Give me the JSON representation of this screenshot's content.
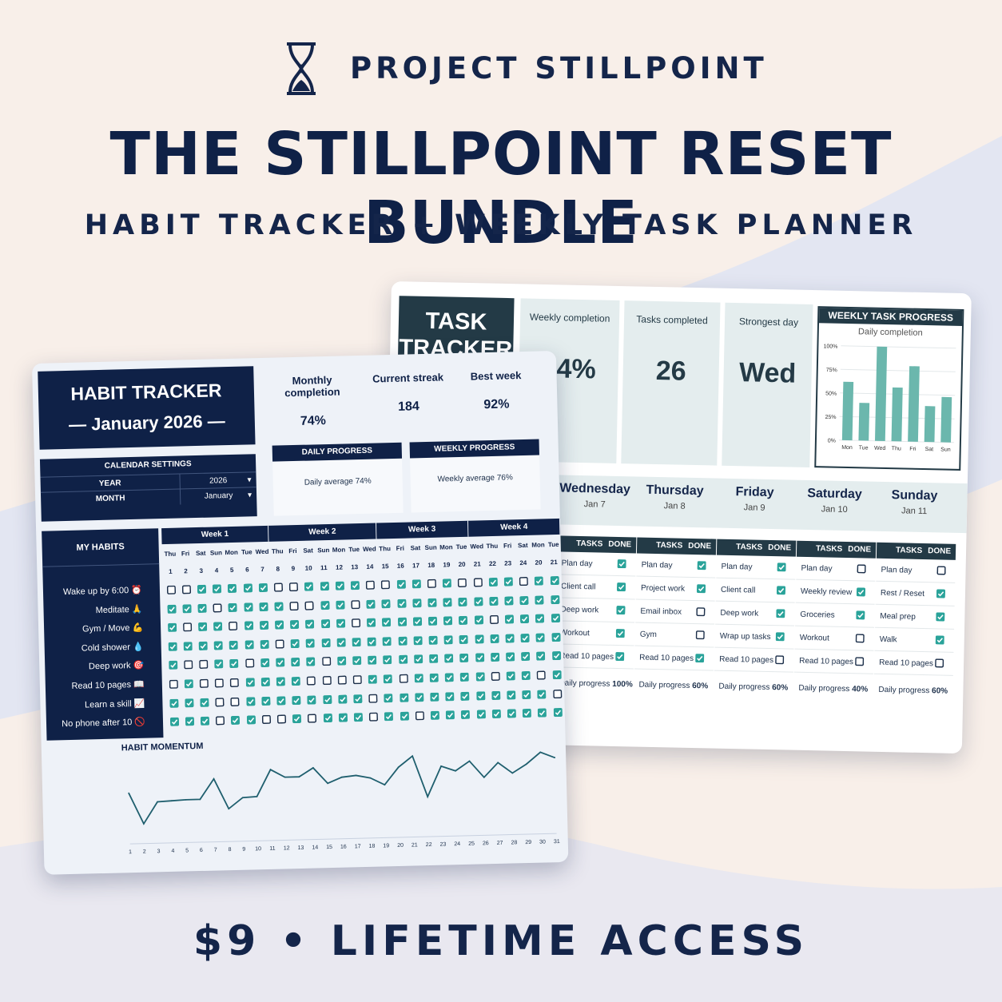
{
  "brand": {
    "name": "PROJECT STILLPOINT",
    "icon": "hourglass-icon"
  },
  "title": "THE STILLPOINT RESET BUNDLE",
  "subtitle": "HABIT TRACKER + WEEKLY TASK PLANNER",
  "price_line": "$9 • LIFETIME ACCESS",
  "colors": {
    "navy": "#0f2147",
    "teal": "#2aa39a",
    "slate": "#233a46",
    "background": "#f8efe9"
  },
  "task_tracker": {
    "title": "TASK TRACKER",
    "stats": [
      {
        "label": "Weekly completion",
        "value": "74%"
      },
      {
        "label": "Tasks completed",
        "value": "26"
      },
      {
        "label": "Strongest day",
        "value": "Wed"
      }
    ],
    "chart": {
      "title": "WEEKLY TASK PROGRESS",
      "subtitle": "Daily completion",
      "y_ticks": [
        "100%",
        "75%",
        "50%",
        "25%",
        "0%"
      ],
      "categories": [
        "Mon",
        "Tue",
        "Wed",
        "Thu",
        "Fri",
        "Sat",
        "Sun"
      ],
      "values": [
        62,
        40,
        100,
        57,
        80,
        38,
        48
      ]
    },
    "days": [
      {
        "name": "Wednesday",
        "date": "Jan 7",
        "progress_label": "Daily progress",
        "progress": "100%",
        "tasks": [
          {
            "task": "Plan day",
            "done": true
          },
          {
            "task": "Client call",
            "done": true
          },
          {
            "task": "Deep work",
            "done": true
          },
          {
            "task": "Workout",
            "done": true
          },
          {
            "task": "Read 10 pages",
            "done": true
          }
        ]
      },
      {
        "name": "Thursday",
        "date": "Jan 8",
        "progress_label": "Daily progress",
        "progress": "60%",
        "tasks": [
          {
            "task": "Plan day",
            "done": true
          },
          {
            "task": "Project work",
            "done": true
          },
          {
            "task": "Email inbox",
            "done": false
          },
          {
            "task": "Gym",
            "done": false
          },
          {
            "task": "Read 10 pages",
            "done": true
          }
        ]
      },
      {
        "name": "Friday",
        "date": "Jan 9",
        "progress_label": "Daily progress",
        "progress": "60%",
        "tasks": [
          {
            "task": "Plan day",
            "done": true
          },
          {
            "task": "Client call",
            "done": true
          },
          {
            "task": "Deep work",
            "done": true
          },
          {
            "task": "Wrap up tasks",
            "done": true
          },
          {
            "task": "Read 10 pages",
            "done": false
          }
        ]
      },
      {
        "name": "Saturday",
        "date": "Jan 10",
        "progress_label": "Daily progress",
        "progress": "40%",
        "tasks": [
          {
            "task": "Plan day",
            "done": false
          },
          {
            "task": "Weekly review",
            "done": true
          },
          {
            "task": "Groceries",
            "done": true
          },
          {
            "task": "Workout",
            "done": false
          },
          {
            "task": "Read 10 pages",
            "done": false
          }
        ]
      },
      {
        "name": "Sunday",
        "date": "Jan 11",
        "progress_label": "Daily progress",
        "progress": "60%",
        "tasks": [
          {
            "task": "Plan day",
            "done": false
          },
          {
            "task": "Rest / Reset",
            "done": true
          },
          {
            "task": "Meal prep",
            "done": true
          },
          {
            "task": "Walk",
            "done": true
          },
          {
            "task": "Read 10 pages",
            "done": false
          }
        ]
      }
    ],
    "col_tasks": "TASKS",
    "col_done": "DONE"
  },
  "habit_tracker": {
    "title": "HABIT TRACKER",
    "month_line": "— January 2026 —",
    "stats": [
      {
        "label": "Monthly completion",
        "value": "74%"
      },
      {
        "label": "Current streak",
        "value": "184"
      },
      {
        "label": "Best week",
        "value": "92%"
      }
    ],
    "calendar_settings": {
      "title": "CALENDAR SETTINGS",
      "year_label": "YEAR",
      "year": "2026",
      "month_label": "MONTH",
      "month": "January"
    },
    "daily_progress": {
      "title": "DAILY PROGRESS",
      "text": "Daily average    74%"
    },
    "weekly_progress": {
      "title": "WEEKLY PROGRESS",
      "text": "Weekly average    76%"
    },
    "my_habits_label": "MY HABITS",
    "habits": [
      "Wake up by 6:00 ⏰",
      "Meditate 🙏",
      "Gym / Move 💪",
      "Cold shower 💧",
      "Deep work 🎯",
      "Read 10 pages 📖",
      "Learn a skill 📈",
      "No phone after 10 🚫"
    ],
    "weeks": [
      "Week 1",
      "Week 2",
      "Week 3",
      "Week 4"
    ],
    "day_names": [
      "Thu",
      "Fri",
      "Sat",
      "Sun",
      "Mon",
      "Tue",
      "Wed",
      "Thu",
      "Fri",
      "Sat",
      "Sun",
      "Mon",
      "Tue",
      "Wed",
      "Thu",
      "Fri",
      "Sat",
      "Sun",
      "Mon",
      "Tue",
      "Wed",
      "Thu",
      "Fri",
      "Sat",
      "Mon",
      "Tue"
    ],
    "day_numbers": [
      "1",
      "2",
      "3",
      "4",
      "5",
      "6",
      "7",
      "8",
      "9",
      "10",
      "11",
      "12",
      "13",
      "14",
      "15",
      "16",
      "17",
      "18",
      "19",
      "20",
      "21",
      "22",
      "23",
      "24",
      "20",
      "21"
    ],
    "grid": [
      "00111110011110011010011011",
      "11101111001101111111111111",
      "10110111111101111111101111",
      "11111110111111111111111111",
      "10011011110111111111111111",
      "01000111100001101111101101",
      "11100111111110111111111110",
      "11101100101110110111111111"
    ],
    "momentum": {
      "title": "HABIT MOMENTUM",
      "x": [
        "1",
        "2",
        "3",
        "4",
        "5",
        "6",
        "7",
        "8",
        "9",
        "10",
        "11",
        "12",
        "13",
        "14",
        "15",
        "16",
        "17",
        "18",
        "19",
        "20",
        "21",
        "22",
        "23",
        "24",
        "25",
        "26",
        "27",
        "28",
        "29",
        "30",
        "31"
      ],
      "values": [
        55,
        12,
        42,
        43,
        44,
        44,
        72,
        30,
        45,
        46,
        83,
        72,
        72,
        84,
        62,
        70,
        72,
        68,
        58,
        82,
        97,
        40,
        82,
        75,
        88,
        65,
        85,
        70,
        82,
        98,
        90
      ]
    }
  }
}
